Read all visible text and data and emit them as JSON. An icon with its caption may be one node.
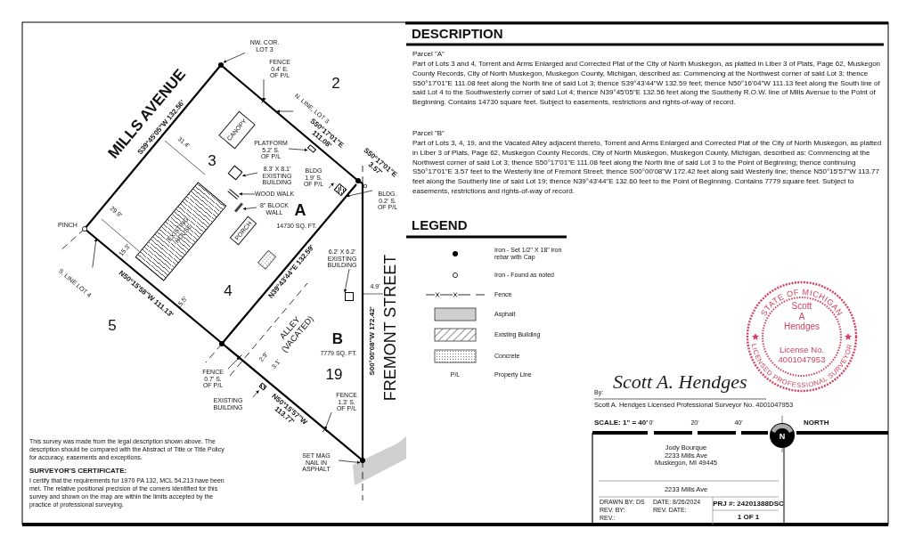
{
  "diagram": {
    "nodes": [
      {
        "text": [
          "NW. COR. LOT 3"
        ]
      },
      {
        "text": [
          "FENCE 0.4' E. OF P/L"
        ]
      },
      {
        "text": [
          "N. LINE, LOT 3"
        ]
      },
      {
        "text": [
          "PLATFORM 5.2' S. OF P/L"
        ]
      },
      {
        "text": [
          "CANOPY"
        ]
      },
      {
        "text": [
          "8.3' X 8.1' EXISTING BUILDING"
        ]
      },
      {
        "text": [
          "BLDG 1.9' S. OF P/L"
        ]
      },
      {
        "text": [
          "WOOD WALK"
        ]
      },
      {
        "text": [
          "8\" BLOCK WALL"
        ]
      },
      {
        "text": [
          "BLDG. 0.2' S. OF P/L"
        ]
      },
      {
        "text": [
          "EXISTING HOUSE"
        ]
      },
      {
        "text": [
          "PORCH"
        ]
      },
      {
        "text": [
          "6.2' X 6.2' EXISTING BUILDING"
        ]
      },
      {
        "text": [
          "S. LINE LOT 4"
        ]
      },
      {
        "text": [
          "FENCE 0.7' S. OF P/L"
        ]
      },
      {
        "text": [
          "EXISTING BUILDING"
        ]
      },
      {
        "text": [
          "FENCE 1.3' S. OF P/L"
        ]
      },
      {
        "text": [
          "SET MAG NAIL IN ASPHALT"
        ]
      },
      {
        "text": [],
        "shape": "circle"
      },
      {
        "text": [],
        "shape": "box"
      },
      {
        "text": [],
        "shape": "box"
      },
      {
        "text": [],
        "shape": "box"
      },
      {
        "text": [],
        "shape": "box"
      },
      {
        "text": [],
        "shape": "box"
      },
      {
        "text": [],
        "shape": "circle"
      },
      {
        "text": [],
        "shape": "bar"
      },
      {
        "text": [],
        "shape": "bar"
      }
    ],
    "edges": [
      {
        "from": 0,
        "to": 18,
        "arrow": "to"
      },
      {
        "from": 1,
        "to": null,
        "arrow": "to"
      },
      {
        "from": 2,
        "to": null,
        "arrow": "to"
      },
      {
        "from": 3,
        "to": 19,
        "arrow": "to"
      },
      {
        "from": 5,
        "to": 20,
        "arrow": "to"
      },
      {
        "from": 6,
        "to": 21,
        "arrow": "to"
      },
      {
        "from": 7,
        "to": 25,
        "arrow": "to"
      },
      {
        "from": 8,
        "to": 26,
        "arrow": "to"
      },
      {
        "from": 9,
        "to": 21,
        "arrow": "to"
      },
      {
        "from": 12,
        "to": 22,
        "arrow": "to"
      },
      {
        "from": 13,
        "to": null,
        "arrow": "to"
      },
      {
        "from": 14,
        "to": null,
        "arrow": "to"
      },
      {
        "from": 15,
        "to": 23,
        "arrow": "to"
      },
      {
        "from": 16,
        "to": null,
        "arrow": "to"
      },
      {
        "from": 17,
        "to": 24,
        "arrow": "to"
      }
    ],
    "labels": [
      "MILLS AVENUE",
      "S39°45'05\"W 132.56'",
      "31.4'",
      "2",
      "S50°17'01\"E 111.08'",
      "3",
      "S50°17'01\"E 3.57'",
      "29.9'",
      "A",
      "PINCH",
      "14730 SQ. FT.",
      "15.3'",
      "N39°43'44\"E 132.59'",
      "4",
      "15.5'",
      "N50°15'58\"W 111.13'",
      "5",
      "4.9'",
      "ALLEY (VACATED)",
      "B",
      "7779 SQ. FT.",
      "19",
      "S00°00'08\"W 172.42'",
      "FREMONT STREET",
      "2.9'",
      "3.1'",
      "N50°15'57\"W 113.77'",
      "DESCRIPTION",
      "Parcel \"A\"",
      "Part of Lots 3 and 4, Torrent and Arms Enlarged and Corrected Plat of the City of North Muskegon, as platted in Liber 3 of Plats, Page 62, Muskegon County Records, City of North Muskegon, Muskegon County, Michigan, described as: Commencing at the Northwest corner of said Lot 3; thence S50°17'01\"E 111.08 feet along the North line of said Lot 3; thence S39°43'44\"W 132.59 feet; thence N50°16'04\"W 111.13 feet along the South line of said Lot 4 to the Southwesterly corner of said Lot 4; thence N39°45'05\"E 132.56 feet along the Southerly R.O.W. line of Mills Avenue to the Point of Beginning. Contains 14730 square feet. Subject to easements, restrictions and rights-of-way of record.",
      "Parcel \"B\"",
      "Part of Lots 3, 4, 19, and the Vacated Alley adjacent thereto, Torrent and Arms Enlarged and Corrected Plat of the City of North Muskegon, as platted in Liber 3 of Plats, Page 62, Muskegon County Records, City of North Muskegon, Muskegon County, Michigan, described as: Commencing at the Northwest corner of said Lot 3; thence S50°17'01\"E 111.08 feet along the North line of said Lot 3 to the Point of Beginning; thence continuing S50°17'01\"E 3.57 feet to the Westerly line of Fremont Street; thence S00°00'08\"W 172.42 feet along said Westerly line; thence N50°15'57\"W 113.77 feet along the Southerly line of said Lot 19; thence N39°43'44\"E 132.60 feet to the Point of Beginning. Contains 7779 square feet. Subject to easements, restrictions and rights-of-way of record.",
      "LEGEND",
      "P/L",
      "STATE OF MICHIGAN",
      "Scott A Hendges",
      "License No. 4001047953",
      "LICENSED PROFESSIONAL SURVEYOR",
      "By:",
      "Scott A. Hendges",
      "Scott A. Hendges Licensed Professional Surveyor No. 4001047953",
      "SCALE: 1\" = 40'",
      "0'",
      "20'",
      "40'",
      "NORTH",
      "N",
      "Jody Bourque 2233 Mills Ave Muskegon, MI 49445",
      "2233 Mills Ave",
      "DRAWN BY: DS",
      "REV. BY:",
      "REV.:",
      "DATE: 8/26/2024",
      "REV. DATE:",
      "PRJ #: 24201388DSC",
      "1 OF 1",
      "This survey was made from the legal description shown above. The description should be compared with the Abstract of Title or Title Policy for accuracy, easements and exceptions.",
      "SURVEYOR'S CERTIFICATE:",
      "I certify that the requirements for 1970 PA 132, MCL 54.213 have been met. The relative positional precision of the corners identified for this survey and shown on the map are within the limits accepted by the practice of professional surveying."
    ],
    "legend": [
      {
        "text": "Iron - Set 1/2\" X 18\" iron rebar with Cap"
      },
      {
        "text": "Iron - Found as noted"
      },
      {
        "text": "Fence"
      },
      {
        "text": "Asphalt",
        "color": "#cfcfcf"
      },
      {
        "text": "Existing Building"
      },
      {
        "text": "Concrete"
      },
      {
        "text": "Property Line"
      }
    ]
  }
}
